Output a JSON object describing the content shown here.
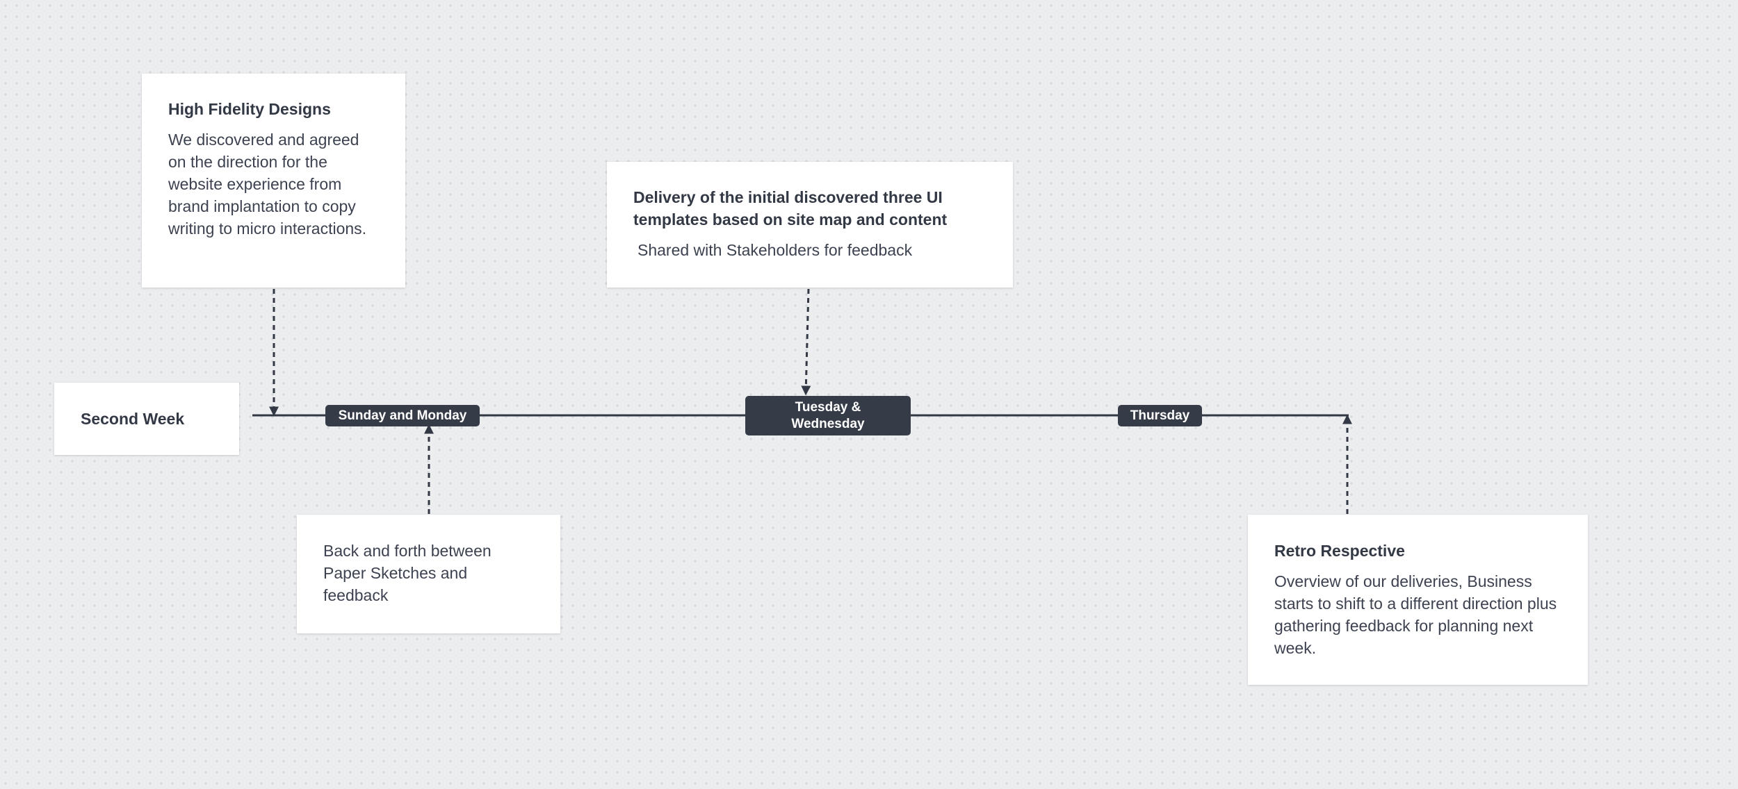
{
  "timeline": {
    "label": "Second Week",
    "markers": {
      "sunday_monday": "Sunday and Monday",
      "tuesday_wednesday": "Tuesday & Wednesday",
      "thursday": "Thursday"
    }
  },
  "cards": {
    "high_fidelity": {
      "title": "High Fidelity Designs",
      "body": "We discovered and agreed on the direction for the website experience from brand implantation to copy writing to micro interactions."
    },
    "delivery": {
      "title": "Delivery of the initial discovered three UI templates based on site map and content",
      "body": "Shared with Stakeholders for feedback"
    },
    "paper_sketches": {
      "body": "Back and forth between Paper Sketches and feedback"
    },
    "retro": {
      "title": "Retro Respective",
      "body": "Overview of our deliveries, Business starts to shift to a different direction plus gathering feedback for planning next week."
    }
  },
  "colors": {
    "background": "#ecedef",
    "line": "#333845",
    "pill": "#363b48",
    "card": "#ffffff"
  }
}
